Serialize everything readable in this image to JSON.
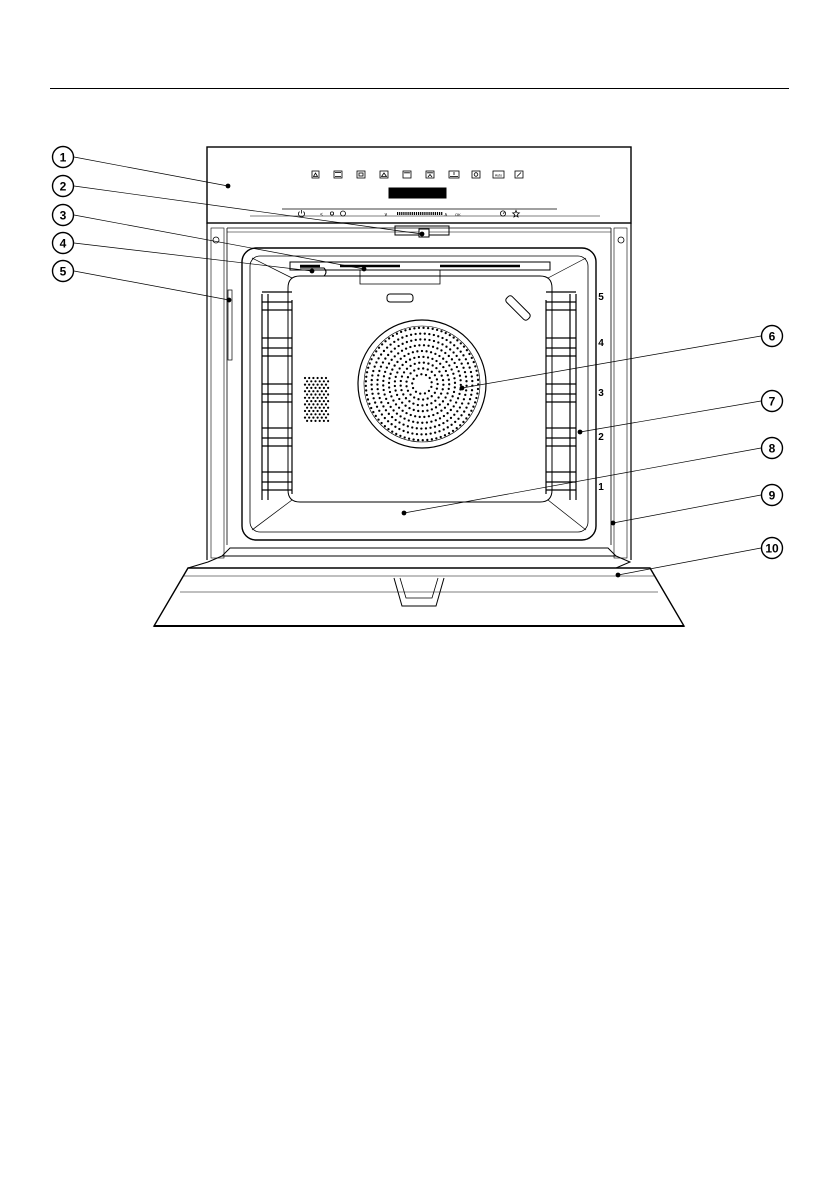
{
  "callouts": [
    {
      "id": "1",
      "label": "1"
    },
    {
      "id": "2",
      "label": "2"
    },
    {
      "id": "3",
      "label": "3"
    },
    {
      "id": "4",
      "label": "4"
    },
    {
      "id": "5",
      "label": "5"
    },
    {
      "id": "6",
      "label": "6"
    },
    {
      "id": "7",
      "label": "7"
    },
    {
      "id": "8",
      "label": "8"
    },
    {
      "id": "9",
      "label": "9"
    },
    {
      "id": "10",
      "label": "10"
    }
  ],
  "shelf_levels": [
    "5",
    "4",
    "3",
    "2",
    "1"
  ],
  "control_panel": {
    "mode_icons": [
      "fan-plus-icon",
      "top-bottom-heat-icon",
      "conventional-heat-icon",
      "fan-grill-icon",
      "grill-icon",
      "full-grill-icon",
      "bottom-heat-icon",
      "intensive-bake-icon",
      "auto-roast-icon",
      "special-applications-icon"
    ],
    "mode_labels": {
      "auto_roast": "Auto"
    },
    "sensor_labels": {
      "left_arrow": "<",
      "right_arrow": ">",
      "ok": "OK"
    }
  }
}
